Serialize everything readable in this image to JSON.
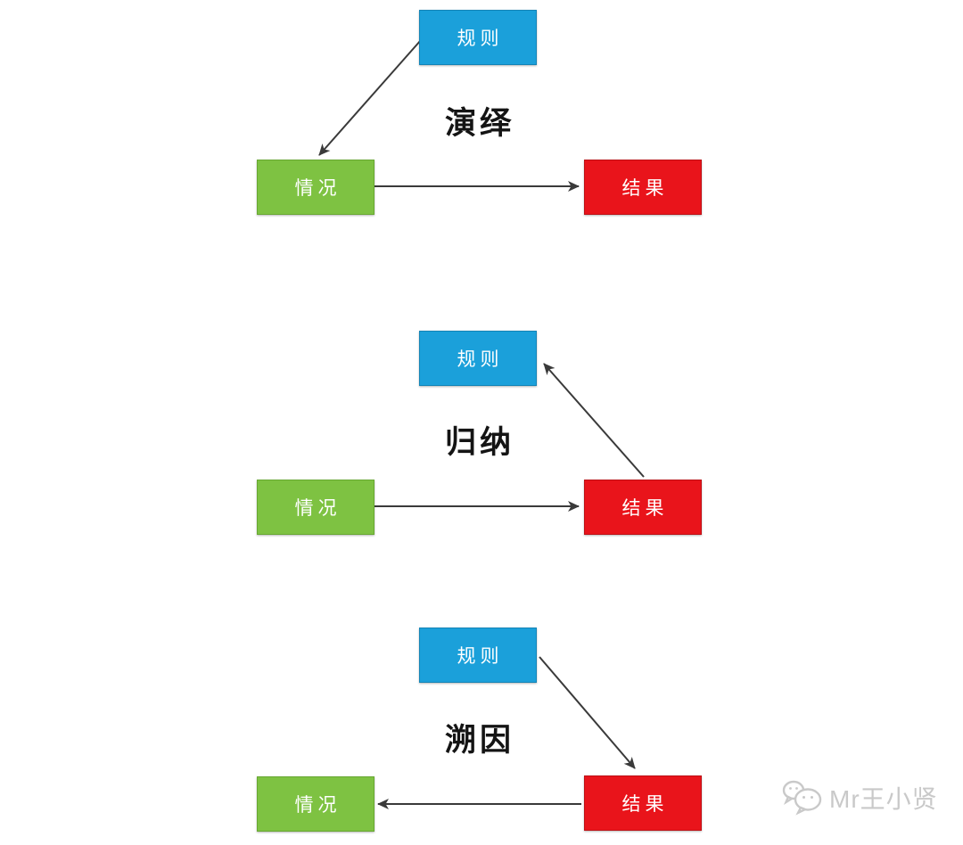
{
  "colors": {
    "background": "#ffffff",
    "rule_box": "#1ba0da",
    "rule_border": "#1484b6",
    "case_box": "#7ec242",
    "case_border": "#68a832",
    "result_box": "#e9141b",
    "result_border": "#bd1015",
    "box_text": "#ffffff",
    "arrow": "#3a3a3a",
    "section_label": "#141414",
    "watermark": "#c9c9c9"
  },
  "diagrams": [
    {
      "label": "演绎",
      "nodes": {
        "rule": "规则",
        "case": "情况",
        "result": "结果"
      },
      "arrows": [
        {
          "from": "rule",
          "to": "case"
        },
        {
          "from": "case",
          "to": "result"
        }
      ]
    },
    {
      "label": "归纳",
      "nodes": {
        "rule": "规则",
        "case": "情况",
        "result": "结果"
      },
      "arrows": [
        {
          "from": "case",
          "to": "result"
        },
        {
          "from": "result",
          "to": "rule"
        }
      ]
    },
    {
      "label": "溯因",
      "nodes": {
        "rule": "规则",
        "case": "情况",
        "result": "结果"
      },
      "arrows": [
        {
          "from": "rule",
          "to": "result"
        },
        {
          "from": "result",
          "to": "case"
        }
      ]
    }
  ],
  "watermark": {
    "text": "Mr王小贤",
    "icon": "wechat-logo"
  }
}
